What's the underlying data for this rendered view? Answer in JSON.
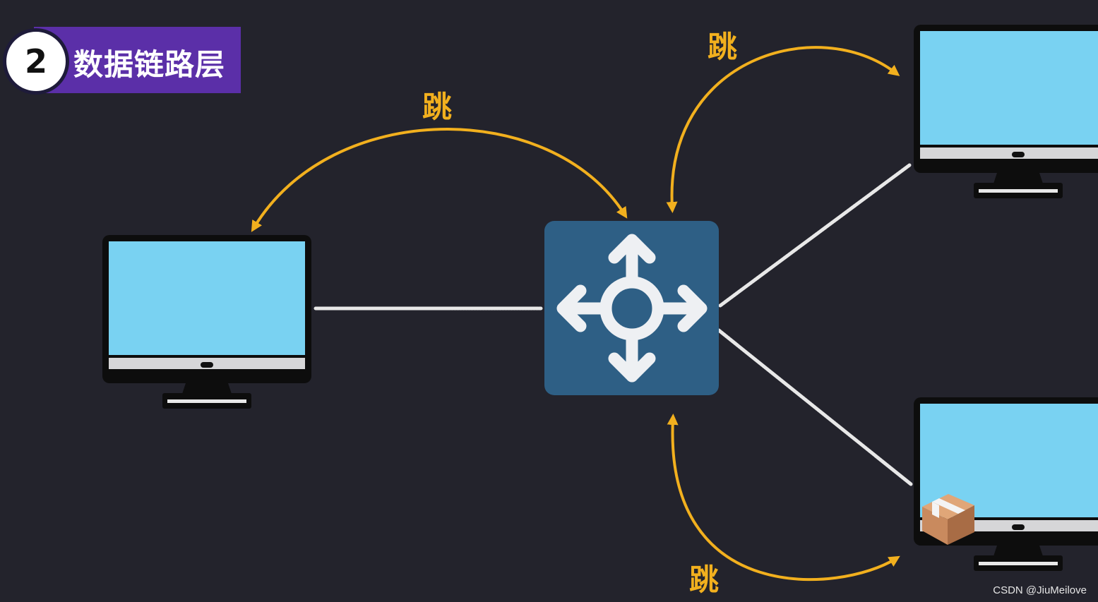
{
  "title": {
    "number": "2",
    "text": "数据链路层"
  },
  "hop_labels": [
    "跳",
    "跳",
    "跳"
  ],
  "watermark": "CSDN @JiuMeilove",
  "colors": {
    "background": "#23232c",
    "title_bg": "#5b2fa8",
    "arrow": "#f2b01e",
    "screen": "#79d2f2",
    "switch": "#2e5f85",
    "cable": "#e8e8e8",
    "package": "#c98a5e"
  },
  "icons": [
    "monitor-icon",
    "switch-icon",
    "package-icon"
  ]
}
